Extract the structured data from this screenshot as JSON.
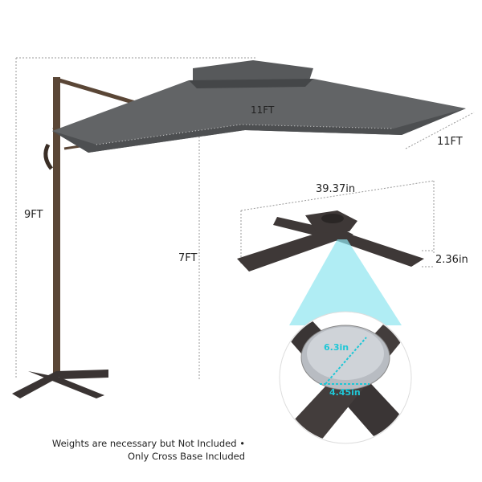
{
  "dimensions": {
    "total_height": "9FT",
    "clearance_height": "7FT",
    "canopy_width": "11FT",
    "canopy_depth": "11FT",
    "base_width": "39.37in",
    "base_height": "2.36in",
    "plate_diagonal": "6.3in",
    "plate_bolt_spacing": "4.45in"
  },
  "note": {
    "line1": "Weights are necessary but Not Included •",
    "line2": "Only Cross Base Included"
  },
  "colors": {
    "canopy": "#5f6163",
    "frame": "#4a3a2e",
    "base": "#3a3433",
    "accent": "#1fc7d6"
  }
}
